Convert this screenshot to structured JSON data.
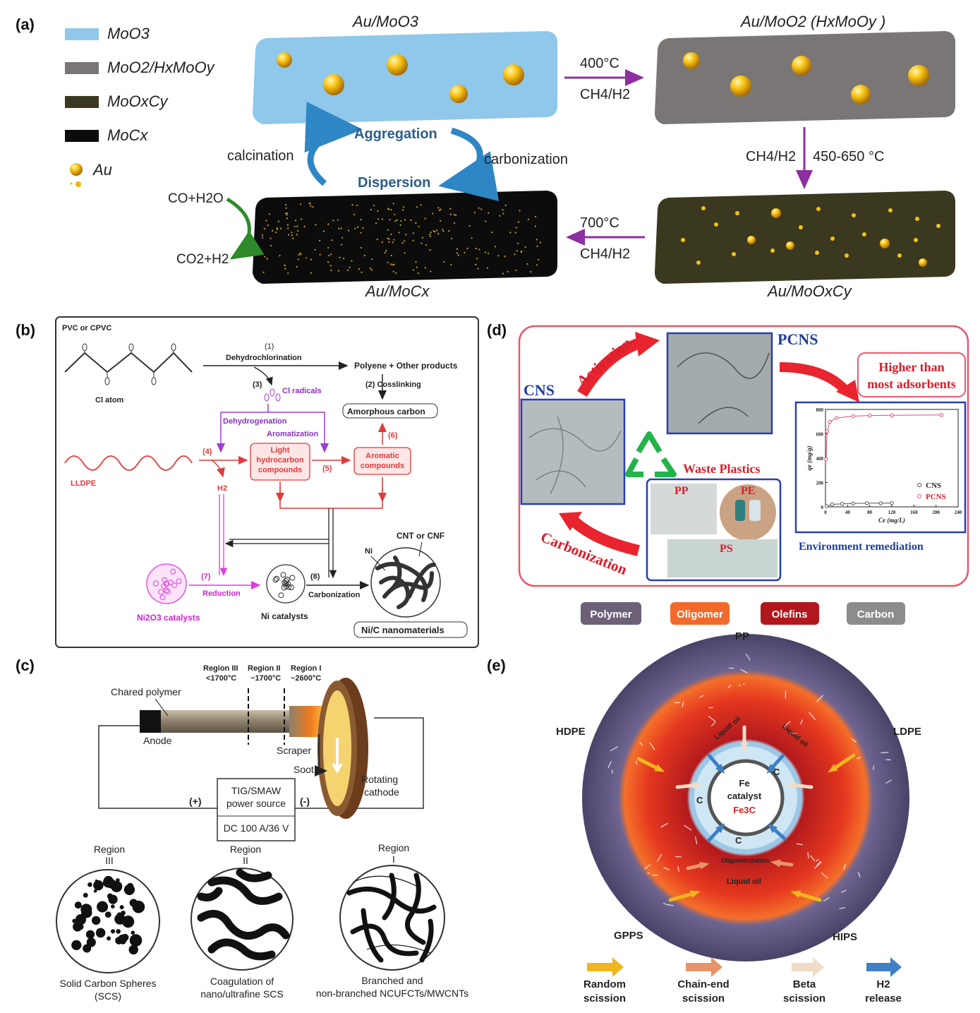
{
  "panels": {
    "a": {
      "label": "(a)",
      "legend": [
        {
          "name": "MoO3",
          "color": "#8fc8ea"
        },
        {
          "name": "MoO2/HxMoOy",
          "color": "#7a7676"
        },
        {
          "name": "MoOxCy",
          "color": "#3b3820"
        },
        {
          "name": "MoCx",
          "color": "#0c0c0c"
        },
        {
          "name": "Au",
          "color": "#f2b610"
        }
      ],
      "bar_labels": {
        "moo3": "Au/MoO3",
        "moo2": "Au/MoO2 (HxMoOy )",
        "mox": "Au/MoOxCy",
        "moc": "Au/MoCx"
      },
      "arrows": {
        "step1_temp": "400°C",
        "step1_gas": "CH4/H2",
        "step2_gas": "CH4/H2",
        "step2_temp": "450-650 °C",
        "step3_temp": "700°C",
        "step3_gas": "CH4/H2"
      },
      "cycle": {
        "aggregation": "Aggregation",
        "dispersion": "Dispersion",
        "calcination": "calcination",
        "carbonization": "carbonization"
      },
      "reaction": {
        "reactant": "CO+H2O",
        "product": "CO2+H2"
      }
    },
    "b": {
      "label": "(b)",
      "pvc": "PVC or CPVC",
      "cl_atom": "Cl atom",
      "step1_num": "(1)",
      "step1": "Dehydrochlorination",
      "polyene": "Polyene + Other products",
      "step2": "(2) Cosslinking",
      "amorphous": "Amorphous carbon",
      "step3": "(3)",
      "cl_radicals": "Cl radicals",
      "dehydrogenation": "Dehydrogenation",
      "aromatization": "Aromatization",
      "lldpe": "LLDPE",
      "step4": "(4)",
      "h2": "H2",
      "light_hc": [
        "Light",
        "hydrocarbon",
        "compounds"
      ],
      "step5": "(5)",
      "aromatic": [
        "Aromatic",
        "compounds"
      ],
      "step6": "(6)",
      "ni2o3": "Ni2O3 catalysts",
      "step7": "(7)",
      "reduction": "Reduction",
      "ni_cat": "Ni catalysts",
      "step8": "(8)",
      "carbonization": "Carbonization",
      "ni": "Ni",
      "cnt": "CNT or CNF",
      "nic": "Ni/C nanomaterials"
    },
    "c": {
      "label": "(c)",
      "region3": [
        "Region III",
        "<1700°C"
      ],
      "region2": [
        "Region II",
        "~1700°C"
      ],
      "region1": [
        "Region I",
        "~2600°C"
      ],
      "chared": "Chared polymer",
      "anode": "Anode",
      "scraper": "Scraper",
      "soot": "Soot",
      "rotating": [
        "Rotating",
        "cathode"
      ],
      "power": [
        "TIG/SMAW",
        "power source",
        "DC 100 A/36 V"
      ],
      "plus": "(+)",
      "minus": "(-)",
      "circles": [
        {
          "region": "Region",
          "num": "III",
          "caption": [
            "Solid Carbon Spheres",
            "(SCS)"
          ]
        },
        {
          "region": "Region",
          "num": "II",
          "caption": [
            "Coagulation of",
            "nano/ultrafine SCS"
          ]
        },
        {
          "region": "Region",
          "num": "I",
          "caption": [
            "Branched and",
            "non-branched NCUFCTs/MWCNTs"
          ]
        }
      ]
    },
    "d": {
      "label": "(d)",
      "cns": "CNS",
      "pcns": "PCNS",
      "activation": "Activation",
      "carbonization": "Carbonization",
      "waste": "Waste Plastics",
      "pp": "PP",
      "pe": "PE",
      "ps": "PS",
      "higher": [
        "Higher than",
        "most adsorbents"
      ],
      "env": "Environment remediation",
      "chart_data": {
        "type": "scatter",
        "xlabel": "Ce (mg/L)",
        "ylabel": "qe (mg/g)",
        "xlim": [
          0,
          240
        ],
        "ylim": [
          0,
          800
        ],
        "xticks": [
          0,
          40,
          80,
          120,
          160,
          200,
          240
        ],
        "yticks": [
          0,
          200,
          400,
          600,
          800
        ],
        "series": [
          {
            "name": "CNS",
            "color": "#555555",
            "x": [
              2,
              12,
              30,
              50,
              75,
              100,
              120
            ],
            "y": [
              5,
              20,
              25,
              28,
              30,
              30,
              31
            ]
          },
          {
            "name": "PCNS",
            "color": "#e0506a",
            "x": [
              1,
              3,
              8,
              20,
              50,
              80,
              120,
              210
            ],
            "y": [
              390,
              620,
              700,
              730,
              745,
              750,
              752,
              755
            ]
          }
        ]
      }
    },
    "e": {
      "label": "(e)",
      "legend_top": [
        {
          "name": "Polymer",
          "color": "#6b6078"
        },
        {
          "name": "Oligomer",
          "color": "#f16a2c"
        },
        {
          "name": "Olefins",
          "color": "#b3171d"
        },
        {
          "name": "Carbon",
          "color": "#8c8c8c"
        }
      ],
      "plastics": {
        "pp": "PP",
        "hdpe": "HDPE",
        "ldpe": "LDPE",
        "gpps": "GPPS",
        "hips": "HIPS"
      },
      "liquid_oil": "Liquid oil",
      "oligomerization": "Oligomerization",
      "center": [
        "Fe",
        "catalyst",
        "Fe3C"
      ],
      "carbon_c": "C",
      "legend_bottom": [
        {
          "label": [
            "Random",
            "scission"
          ],
          "color": "#f0b61e"
        },
        {
          "label": [
            "Chain-end",
            "scission"
          ],
          "color": "#e8946a"
        },
        {
          "label": [
            "Beta",
            "scission"
          ],
          "color": "#f1dcc8"
        },
        {
          "label": [
            "H2",
            "release"
          ],
          "color": "#3f7fc4"
        }
      ]
    }
  }
}
